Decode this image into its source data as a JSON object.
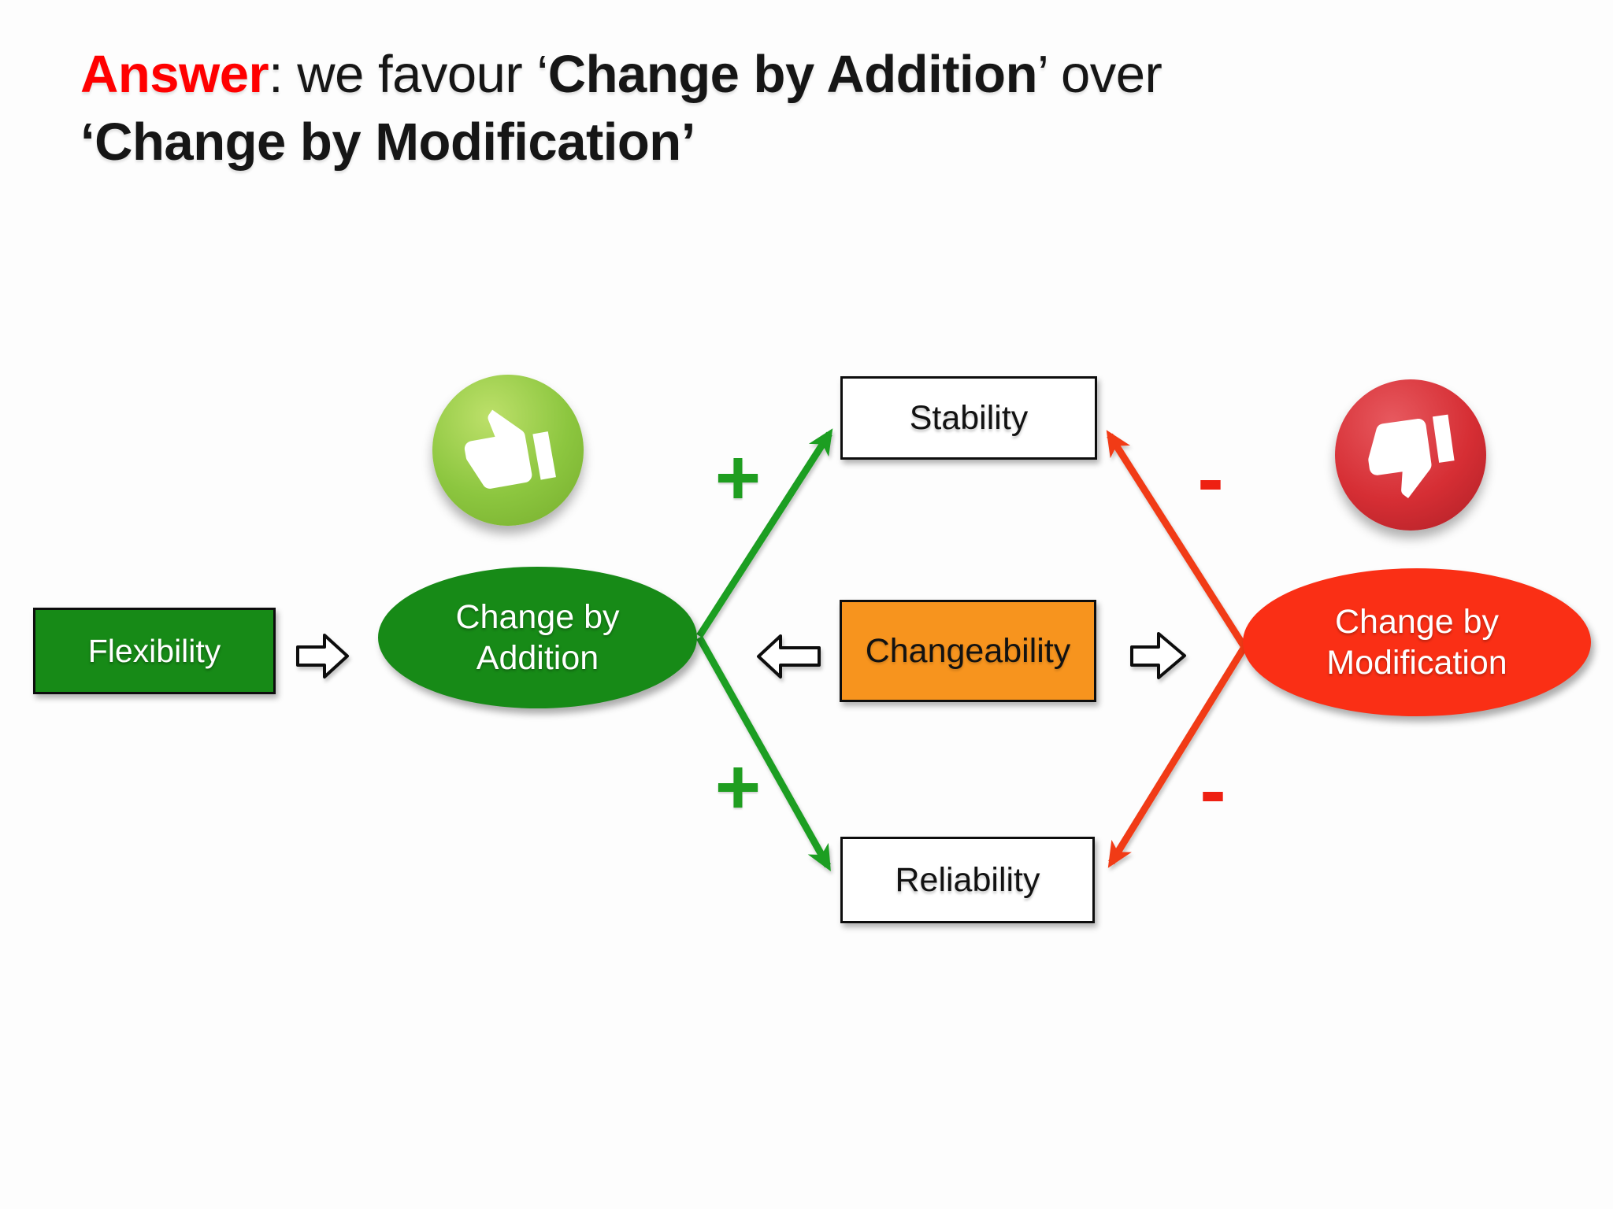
{
  "title": {
    "segments": [
      {
        "text": "Answer"
      },
      {
        "text": ": we favour "
      },
      {
        "text": "‘"
      },
      {
        "text": "Change by Addition"
      },
      {
        "text": "’ over"
      },
      {
        "text": "‘Change by Modification’"
      }
    ]
  },
  "nodes": {
    "flexibility": {
      "label": "Flexibility",
      "color": "#178a17"
    },
    "change_by_addition": {
      "label": "Change by Addition",
      "color": "#178a17"
    },
    "changeability": {
      "label": "Changeability",
      "color": "#f7941e"
    },
    "stability": {
      "label": "Stability",
      "color": "#ffffff"
    },
    "reliability": {
      "label": "Reliability",
      "color": "#ffffff"
    },
    "change_by_modification": {
      "label": "Change by Modification",
      "color": "#fa2f15"
    }
  },
  "edges": [
    {
      "from": "Change by Addition",
      "to": "Stability",
      "sign": "+",
      "color": "#1f9e20"
    },
    {
      "from": "Change by Addition",
      "to": "Reliability",
      "sign": "+",
      "color": "#1f9e20"
    },
    {
      "from": "Change by Modification",
      "to": "Stability",
      "sign": "-",
      "color": "#f13a17"
    },
    {
      "from": "Change by Modification",
      "to": "Reliability",
      "sign": "-",
      "color": "#f13a17"
    }
  ],
  "icons": {
    "thumbs_up": "thumbs-up-icon",
    "thumbs_down": "thumbs-down-icon"
  },
  "colors": {
    "title_accent": "#ff0000",
    "green": "#178a17",
    "arrow_green": "#1f9e20",
    "orange": "#f7941e",
    "red": "#fa2f15",
    "arrow_red": "#f13a17",
    "badge_lime": "#8cc63f",
    "badge_red": "#d62e34",
    "background": "#fdfdfd"
  }
}
